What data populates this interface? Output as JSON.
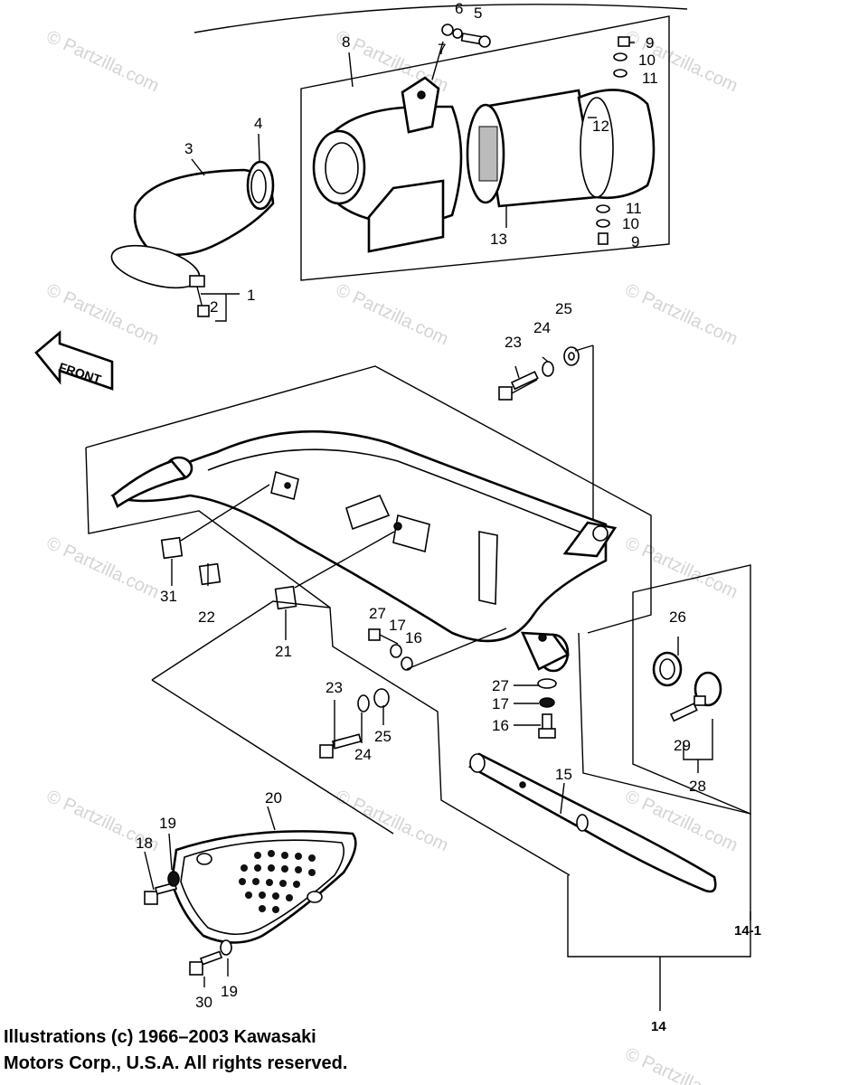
{
  "watermark": {
    "small": "© Partzilla.com",
    "center": "© Partzilla.com"
  },
  "front_arrow": {
    "label": "FRONT"
  },
  "callouts": {
    "c1": "1",
    "c2": "2",
    "c3": "3",
    "c4": "4",
    "c5": "5",
    "c6": "6",
    "c7": "7",
    "c8": "8",
    "c9a": "9",
    "c10a": "10",
    "c11a": "11",
    "c12": "12",
    "c13": "13",
    "c11b": "11",
    "c10b": "10",
    "c9b": "9",
    "c23a": "23",
    "c24a": "24",
    "c25a": "25",
    "c26": "26",
    "c27a": "27",
    "c17a": "17",
    "c16a": "16",
    "c27b": "27",
    "c17b": "17",
    "c16b": "16",
    "c31": "31",
    "c22": "22",
    "c21": "21",
    "c23b": "23",
    "c24b": "24",
    "c25b": "25",
    "c29": "29",
    "c28": "28",
    "c15": "15",
    "c20": "20",
    "c18": "18",
    "c19a": "19",
    "c19b": "19",
    "c30": "30",
    "c14_1": "14-1",
    "c14": "14"
  },
  "copyright": {
    "line1": "Illustrations (c) 1966–2003 Kawasaki",
    "line2": "Motors Corp., U.S.A.  All rights reserved."
  }
}
